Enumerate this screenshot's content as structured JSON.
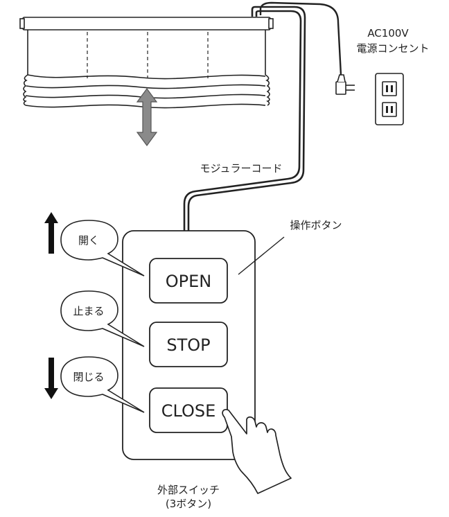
{
  "outlet": {
    "voltage": "AC100V",
    "label": "電源コンセント"
  },
  "cord": {
    "label": "モジュラーコード"
  },
  "switch": {
    "panel_label": "操作ボタン",
    "caption_line1": "外部スイッチ",
    "caption_line2": "(3ボタン)",
    "buttons": [
      {
        "label": "OPEN",
        "bubble": "開く",
        "arrow": "up"
      },
      {
        "label": "STOP",
        "bubble": "止まる",
        "arrow": ""
      },
      {
        "label": "CLOSE",
        "bubble": "閉じる",
        "arrow": "down"
      }
    ]
  },
  "colors": {
    "line": "#222222",
    "shade_arrow": "#8a8a8a",
    "direction_arrow": "#111111"
  },
  "icons": [
    "roller-shade",
    "plug-icon",
    "wall-outlet-icon",
    "up-arrow-icon",
    "down-arrow-icon",
    "hand-pointer-icon"
  ]
}
